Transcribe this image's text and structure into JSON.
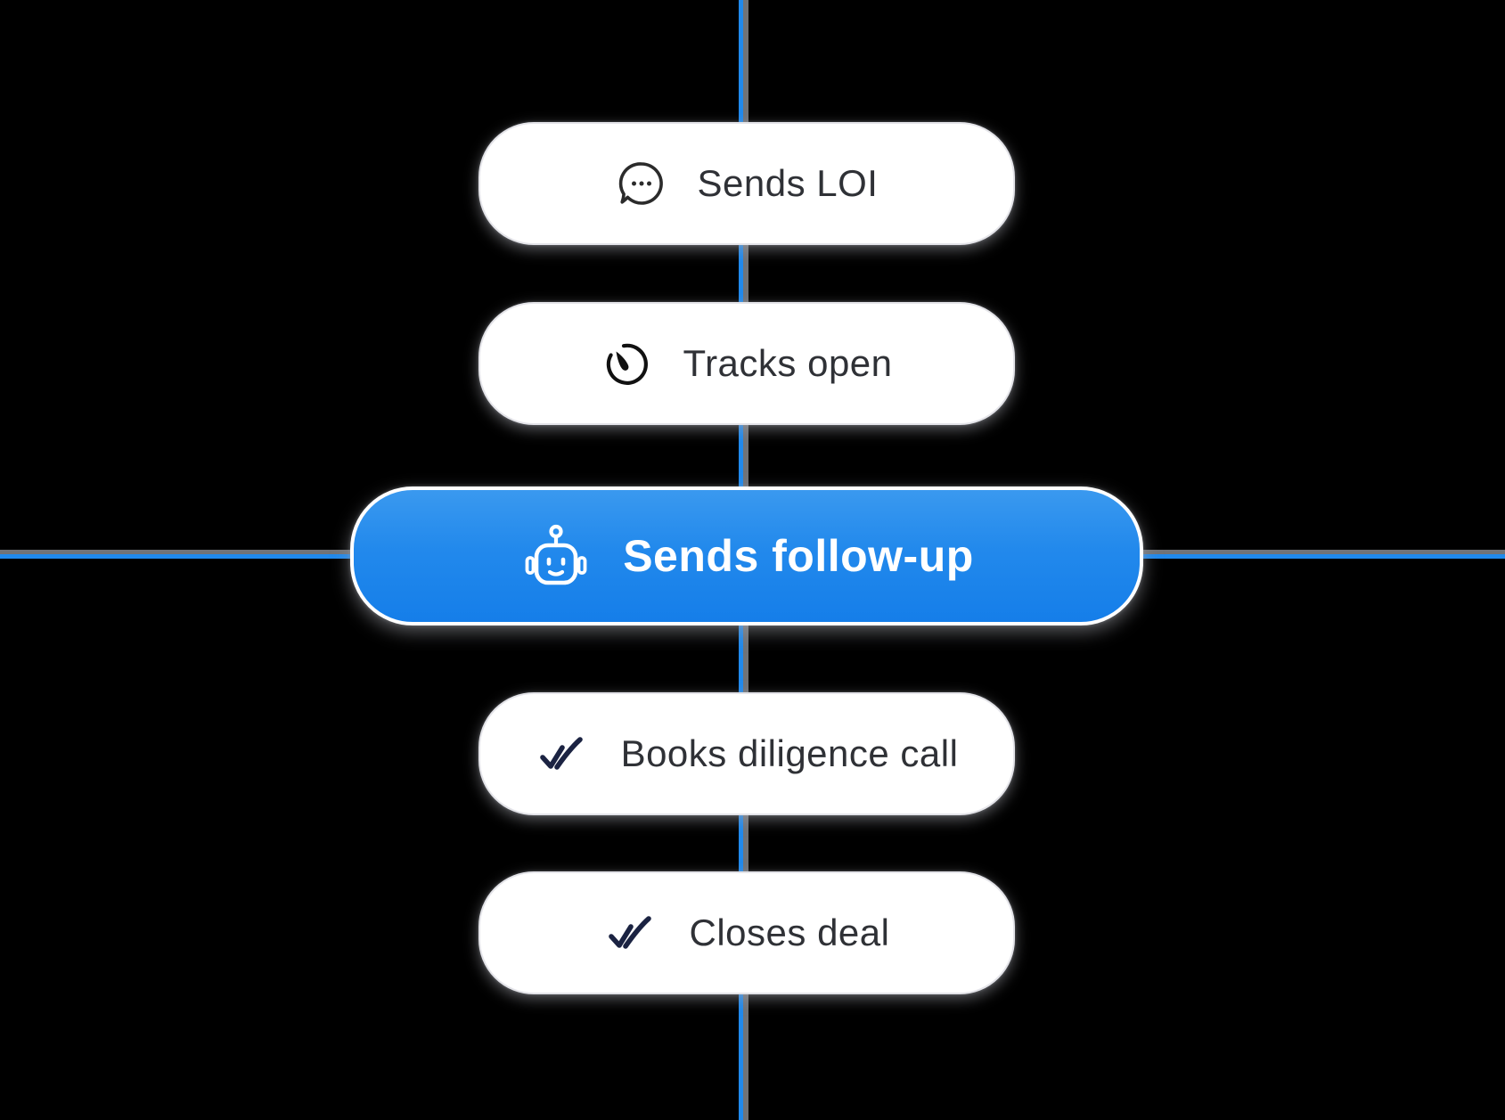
{
  "diagram": {
    "type": "vertical-flowchart",
    "nodes": [
      {
        "id": "sends-loi",
        "label": "Sends LOI",
        "icon": "chat-bubble-icon",
        "variant": "default"
      },
      {
        "id": "tracks-open",
        "label": "Tracks open",
        "icon": "timer-icon",
        "variant": "default"
      },
      {
        "id": "sends-follow-up",
        "label": "Sends follow-up",
        "icon": "robot-icon",
        "variant": "primary"
      },
      {
        "id": "books-diligence-call",
        "label": "Books diligence call",
        "icon": "double-check-icon",
        "variant": "default"
      },
      {
        "id": "closes-deal",
        "label": "Closes deal",
        "icon": "double-check-icon",
        "variant": "default"
      }
    ],
    "connectors": {
      "vertical_line": "full-height through node centers",
      "horizontal_lines": "left and right of highlighted node"
    },
    "colors": {
      "background": "#000000",
      "connector_blue": "#2089EC",
      "connector_shadow_gray": "#969AA0",
      "node_background": "#FFFFFF",
      "node_border": "#E4E4E9",
      "node_text": "#2F3136",
      "dark_icon": "#2B2B2B",
      "check_icon_navy": "#1B2342",
      "primary_gradient_top": "#3A99EF",
      "primary_gradient_bottom": "#157EE9",
      "primary_text": "#FFFFFF"
    }
  }
}
